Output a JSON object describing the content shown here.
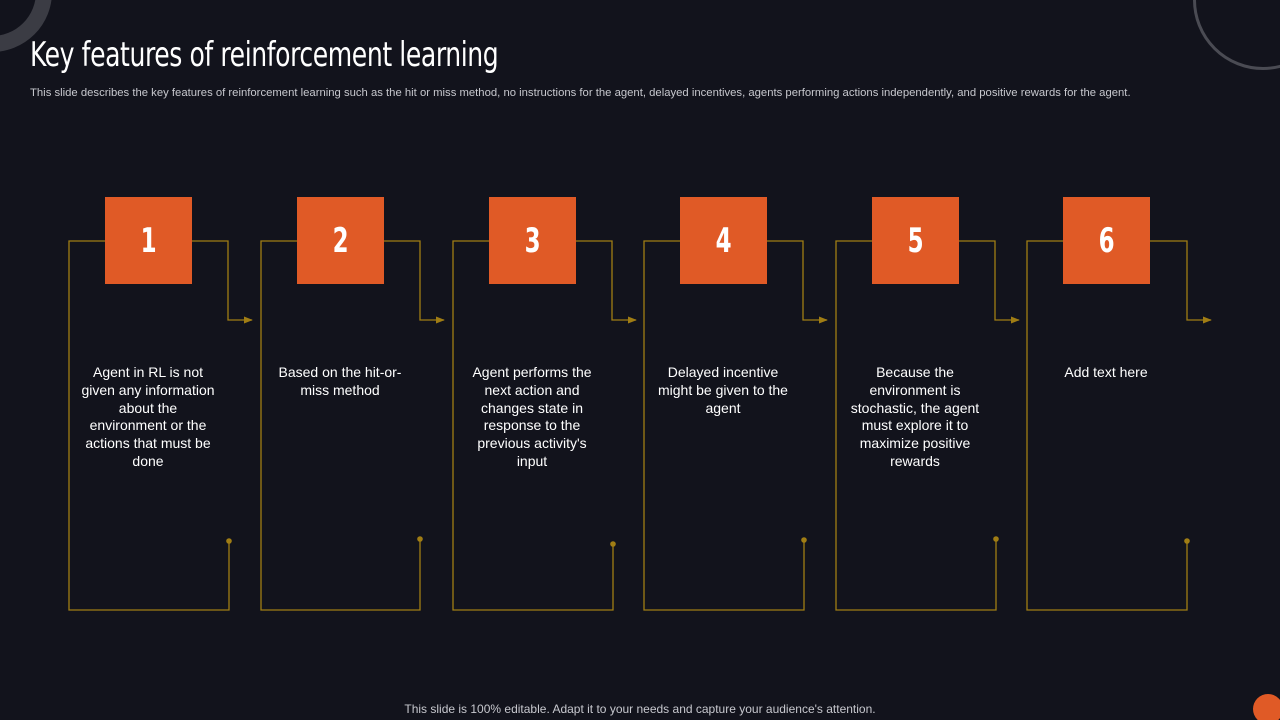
{
  "slide": {
    "title": "Key features of reinforcement learning",
    "subtitle": "This slide describes the key features of reinforcement learning such as the hit or miss method, no instructions for the agent, delayed incentives, agents performing actions independently, and positive rewards for the agent.",
    "footer": "This slide is 100% editable. Adapt it to your needs and capture your audience's attention."
  },
  "steps": [
    {
      "number": "1",
      "text": "Agent in RL is not given any information about the environment or the actions that must be done"
    },
    {
      "number": "2",
      "text": "Based on the hit-or-miss method"
    },
    {
      "number": "3",
      "text": "Agent performs the next action and changes state in response to the previous activity's input"
    },
    {
      "number": "4",
      "text": "Delayed incentive might be given to the agent"
    },
    {
      "number": "5",
      "text": "Because the environment is stochastic, the agent must explore it to maximize positive rewards"
    },
    {
      "number": "6",
      "text": "Add text here"
    }
  ],
  "colors": {
    "background": "#12131c",
    "accent": "#e05a26",
    "line": "#a07d14",
    "text": "#ffffff",
    "muted_text": "#c7c8ce"
  }
}
